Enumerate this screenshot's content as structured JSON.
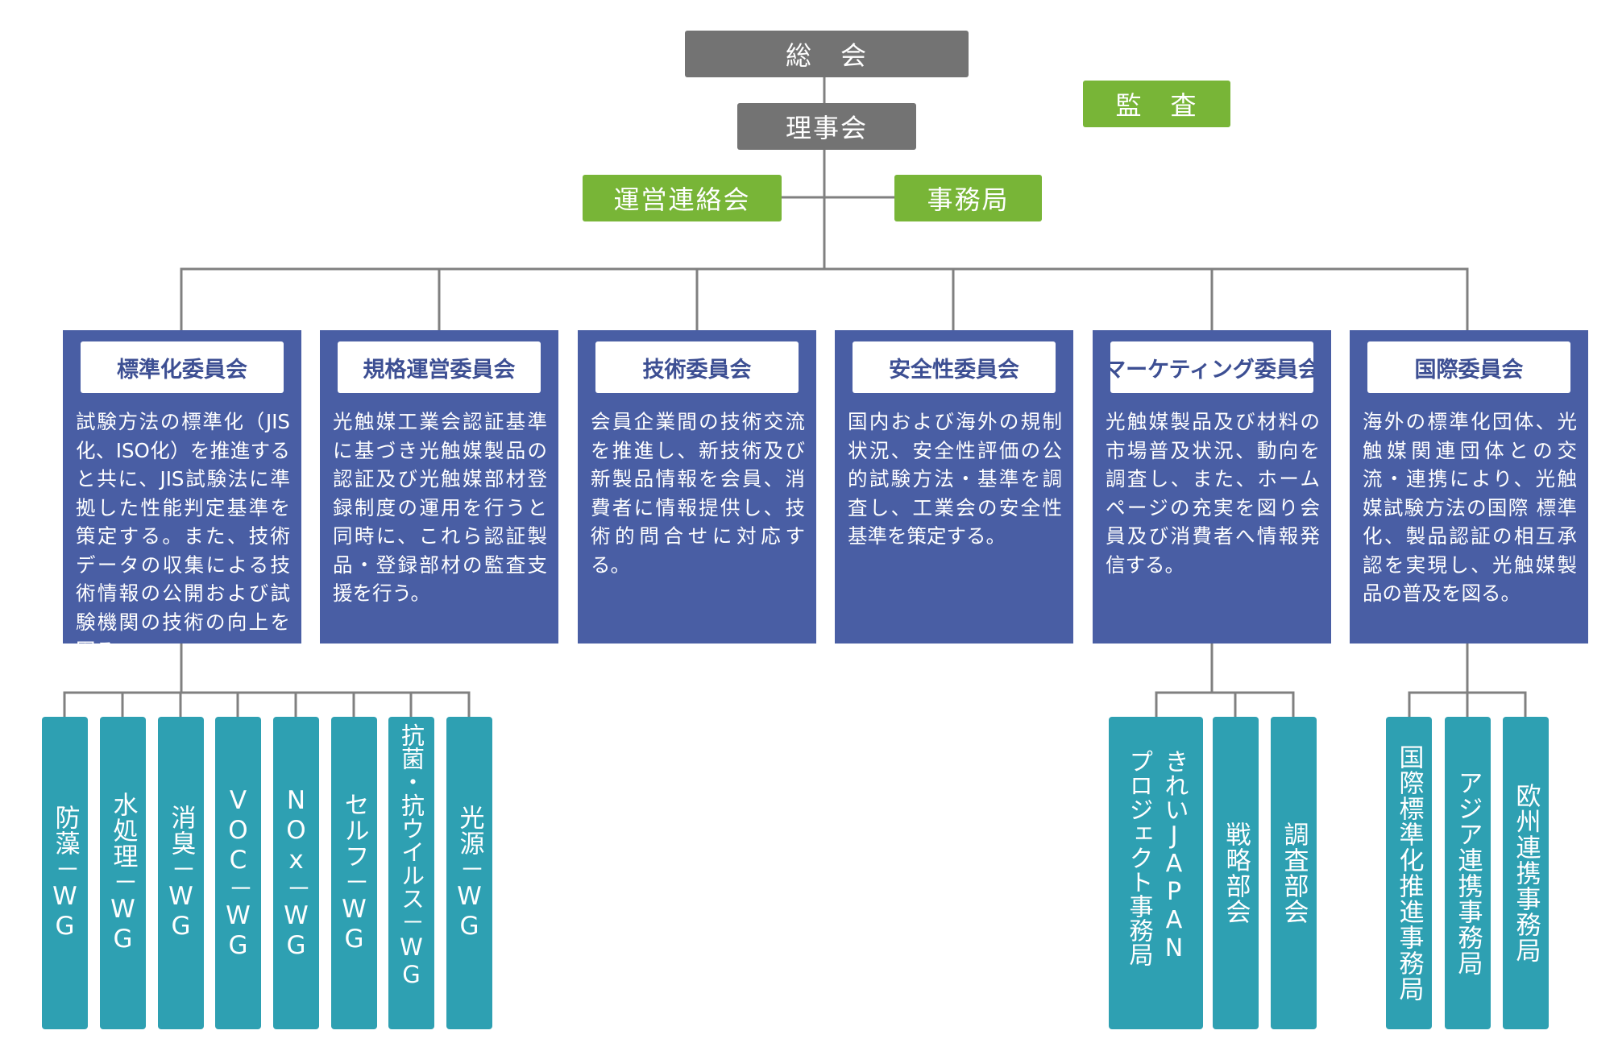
{
  "colors": {
    "gray": "#737373",
    "green": "#78b537",
    "navy": "#495ea4",
    "teal": "#2ea0b2",
    "line": "#808080"
  },
  "top": {
    "general_meeting": "総　会",
    "board": "理事会",
    "audit": "監　査",
    "liaison": "運営連絡会",
    "secretariat": "事務局"
  },
  "committees": [
    {
      "name": "標準化委員会",
      "desc": "試験方法の標準化（JIS化、ISO化）を推進すると共に、JIS試験法に準拠した性能判定基準を策定する。また、技術データの収集による技術情報の公開および試験機関の技術の向上を図る。"
    },
    {
      "name": "規格運営委員会",
      "desc": "光触媒工業会認証基準に基づき光触媒製品の認証及び光触媒部材登録制度の運用を行うと同時に、これら認証製品・登録部材の監査支援を行う。"
    },
    {
      "name": "技術委員会",
      "desc": "会員企業間の技術交流を推進し、新技術及び新製品情報を会員、消費者に情報提供し、技術的問合せに対応する。"
    },
    {
      "name": "安全性委員会",
      "desc": "国内および海外の規制状況、安全性評価の公的試験方法・基準を調査し、工業会の安全性基準を策定する。"
    },
    {
      "name": "マーケティング委員会",
      "desc": "光触媒製品及び材料の市場普及状況、動向を調査し、また、ホームページの充実を図り会員及び消費者へ情報発信する。"
    },
    {
      "name": "国際委員会",
      "desc": "海外の標準化団体、光触媒関連団体との交流・連携により、光触媒試験方法の国際 標準化、製品認証の相互承認を実現し、光触媒製品の普及を図る。"
    }
  ],
  "standardization_wgs": [
    "防藻－WG",
    "水処理－WG",
    "消臭－WG",
    "VOC－WG",
    "NOx－WG",
    "セルフ－WG",
    "抗菌・抗ウイルス－WG",
    "光源－WG"
  ],
  "marketing_groups": [
    "きれいJAPAN\nプロジェクト事務局",
    "戦略部会",
    "調査部会"
  ],
  "international_groups": [
    "国際標準化推進事務局",
    "アジア連携事務局",
    "欧州連携事務局"
  ]
}
